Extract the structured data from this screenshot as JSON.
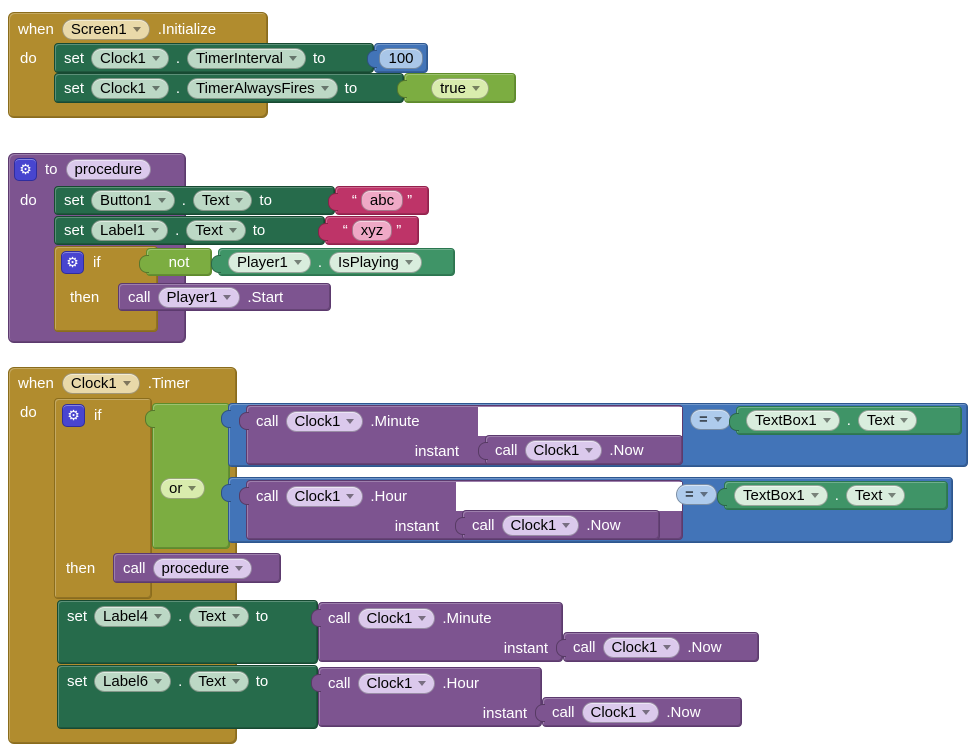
{
  "icons": {
    "gear": "⚙",
    "dropdown_arrow": "▾"
  },
  "colors": {
    "event_gold": "#B18C2E",
    "setter_green": "#266B4B",
    "getter_green": "#3F9467",
    "logic_green": "#7CAD41",
    "math_blue": "#4274B8",
    "text_rose": "#BE3468",
    "procedure_purple": "#7D5490",
    "gear_indigo": "#4845CF"
  },
  "g1": {
    "when": "when",
    "screen": "Screen1",
    "event": ".Initialize",
    "do": "do",
    "r1": {
      "set": "set",
      "comp": "Clock1",
      "dot": ".",
      "prop": "TimerInterval",
      "to": "to",
      "value": "100"
    },
    "r2": {
      "set": "set",
      "comp": "Clock1",
      "dot": ".",
      "prop": "TimerAlwaysFires",
      "to": "to",
      "value": "true"
    }
  },
  "g2": {
    "to": "to",
    "name": "procedure",
    "do": "do",
    "r1": {
      "set": "set",
      "comp": "Button1",
      "dot": ".",
      "prop": "Text",
      "to": "to",
      "oq": "“",
      "value": "abc",
      "cq": "”"
    },
    "r2": {
      "set": "set",
      "comp": "Label1",
      "dot": ".",
      "prop": "Text",
      "to": "to",
      "oq": "“",
      "value": "xyz",
      "cq": "”"
    },
    "if": "if",
    "not": "not",
    "cond": {
      "comp": "Player1",
      "dot": ".",
      "prop": "IsPlaying"
    },
    "then": "then",
    "call": {
      "call": "call",
      "comp": "Player1",
      "method": ".Start"
    }
  },
  "g3": {
    "when": "when",
    "comp": "Clock1",
    "event": ".Timer",
    "do": "do",
    "if": "if",
    "or": "or",
    "then": "then",
    "c1": {
      "call": "call",
      "comp": "Clock1",
      "method": ".Minute",
      "instant": "instant",
      "icall": "call",
      "icomp": "Clock1",
      "imethod": ".Now",
      "op": "=",
      "rcomp": "TextBox1",
      "rdot": ".",
      "rprop": "Text"
    },
    "c2": {
      "call": "call",
      "comp": "Clock1",
      "method": ".Hour",
      "instant": "instant",
      "icall": "call",
      "icomp": "Clock1",
      "imethod": ".Now",
      "op": "=",
      "rcomp": "TextBox1",
      "rdot": ".",
      "rprop": "Text"
    },
    "tc": {
      "call": "call",
      "name": "procedure"
    },
    "s1": {
      "set": "set",
      "comp": "Label4",
      "dot": ".",
      "prop": "Text",
      "to": "to",
      "call": "call",
      "ccomp": "Clock1",
      "cmethod": ".Minute",
      "instant": "instant",
      "icall": "call",
      "icomp": "Clock1",
      "imethod": ".Now"
    },
    "s2": {
      "set": "set",
      "comp": "Label6",
      "dot": ".",
      "prop": "Text",
      "to": "to",
      "call": "call",
      "ccomp": "Clock1",
      "cmethod": ".Hour",
      "instant": "instant",
      "icall": "call",
      "icomp": "Clock1",
      "imethod": ".Now"
    }
  }
}
